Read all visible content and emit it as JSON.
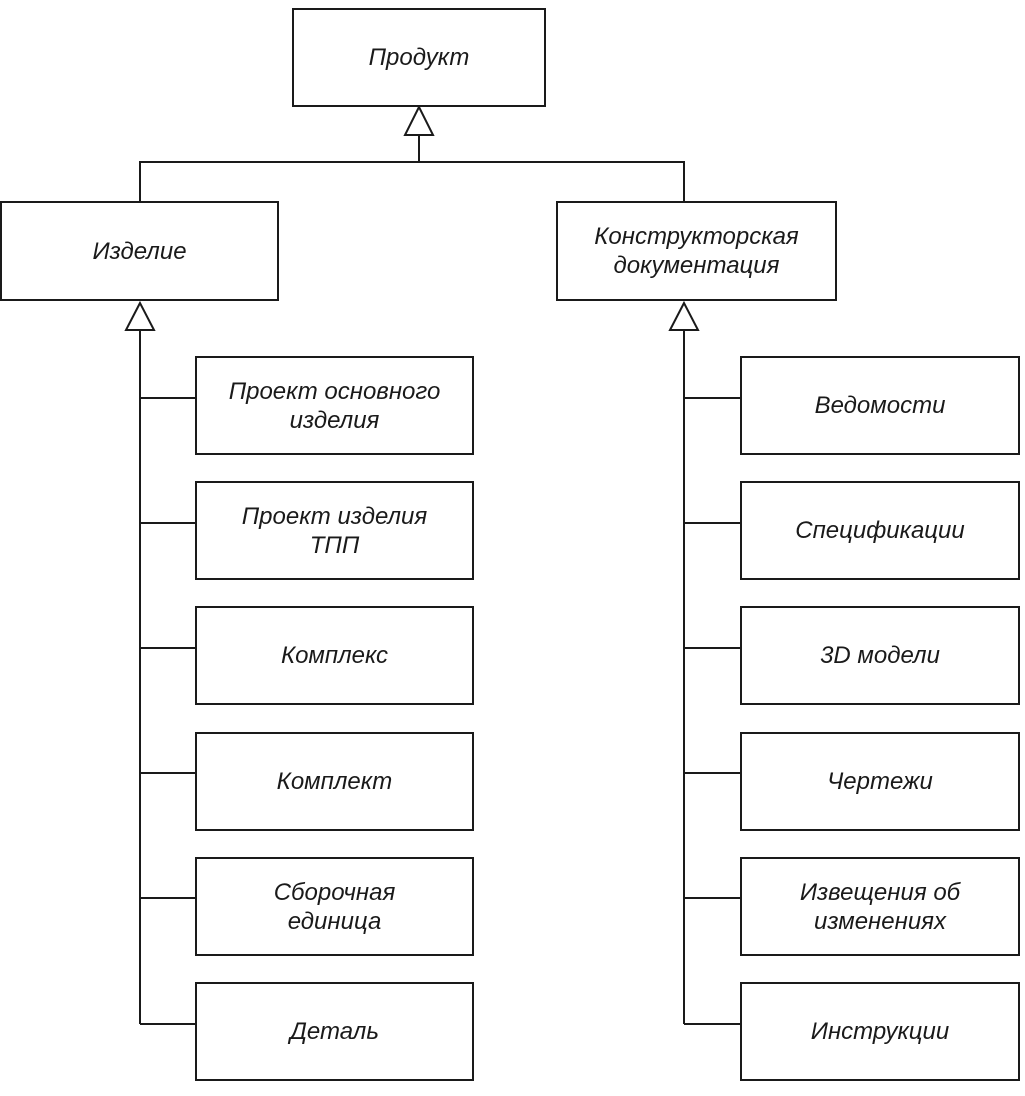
{
  "diagram": {
    "root": {
      "label": "Продукт"
    },
    "branches": [
      {
        "label": "Изделие",
        "children": [
          "Проект основного\nизделия",
          "Проект изделия\nТПП",
          "Комплекс",
          "Комплект",
          "Сборочная\nединица",
          "Деталь"
        ]
      },
      {
        "label": "Конструкторская\nдокументация",
        "children": [
          "Ведомости",
          "Спецификации",
          "3D модели",
          "Чертежи",
          "Извещения об\nизменениях",
          "Инструкции"
        ]
      }
    ]
  }
}
